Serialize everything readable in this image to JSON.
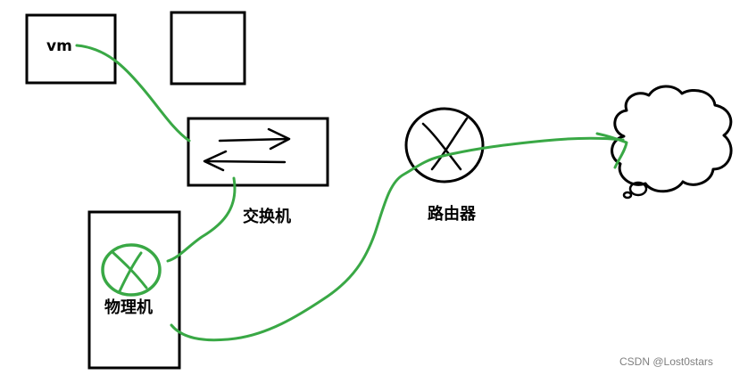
{
  "labels": {
    "vm": "vm",
    "switch": "交换机",
    "router": "路由器",
    "physical_machine": "物理机"
  },
  "watermark": "CSDN @Lost0stars",
  "colors": {
    "wire": "#39a845",
    "outline": "#000000",
    "background": "#ffffff",
    "watermark": "#7f7f7f"
  },
  "icons": {
    "switch": "double-arrow-icon",
    "router": "crossed-circle-icon",
    "nic": "crossed-circle-icon",
    "internet": "cloud-icon"
  }
}
